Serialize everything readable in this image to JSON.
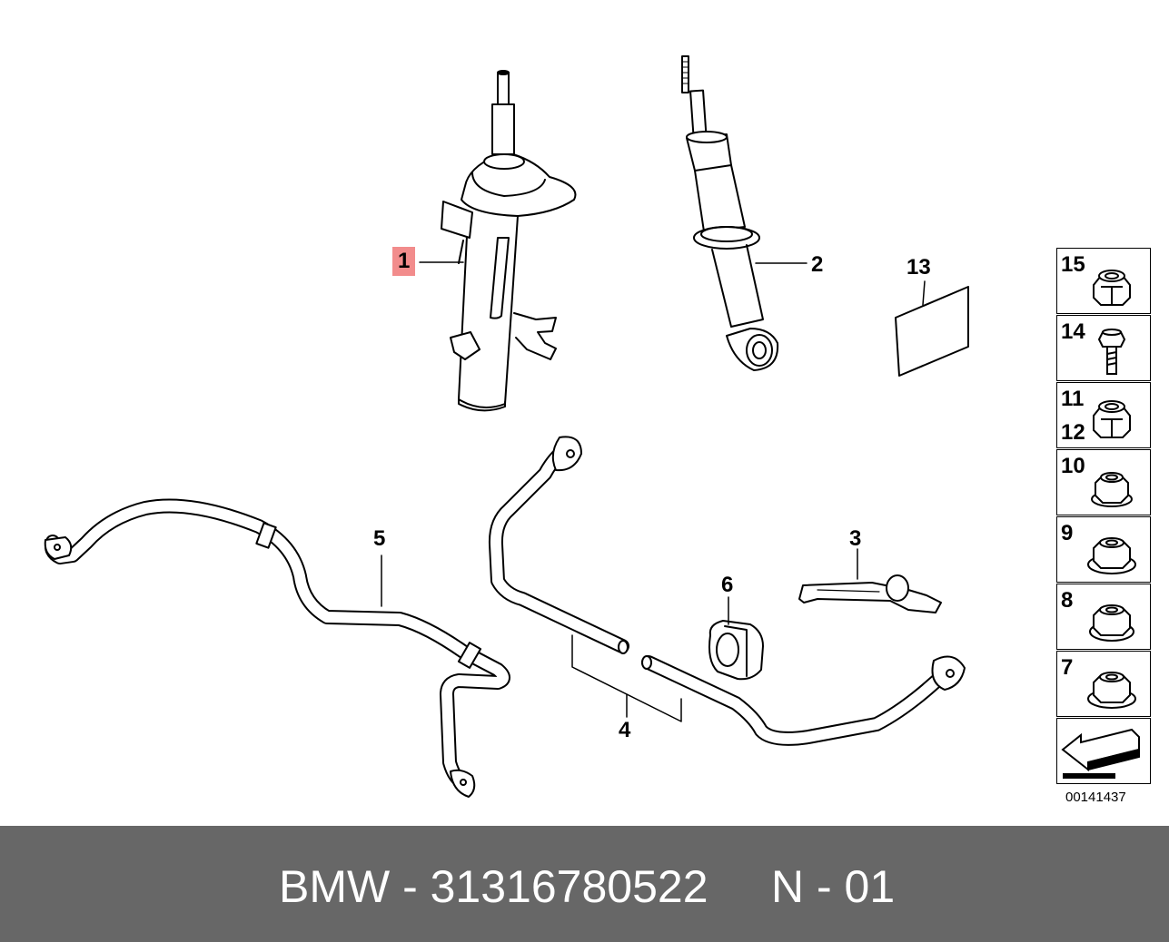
{
  "callouts": {
    "c1": "1",
    "c2": "2",
    "c3": "3",
    "c4": "4",
    "c5": "5",
    "c6": "6",
    "c13": "13"
  },
  "legend": {
    "cells": [
      {
        "label": "15",
        "icon": "lock-nut-icon"
      },
      {
        "label": "14",
        "icon": "hex-bolt-icon"
      },
      {
        "label": "11",
        "label2": "12",
        "icon": "lock-nut-icon"
      },
      {
        "label": "10",
        "icon": "flange-nut-icon"
      },
      {
        "label": "9",
        "icon": "flange-nut-icon"
      },
      {
        "label": "8",
        "icon": "lock-nut-icon"
      },
      {
        "label": "7",
        "icon": "flange-nut-icon"
      }
    ],
    "direction_icon": "forward-arrow-icon"
  },
  "ref_code": "00141437",
  "footer": {
    "text": "BMW - 31316780522     N - 01"
  },
  "colors": {
    "highlight": "#f28c8c",
    "footer_bg": "#676767",
    "footer_text": "#ffffff"
  }
}
